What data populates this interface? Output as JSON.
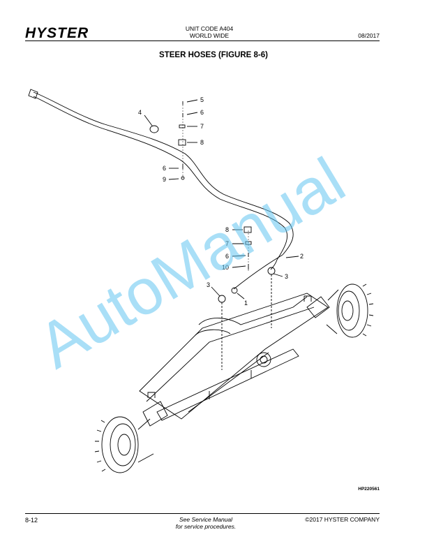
{
  "header": {
    "brand": "HYSTER",
    "unit_code": "UNIT CODE A404",
    "region": "WORLD WIDE",
    "date": "08/2017"
  },
  "title": "STEER HOSES (FIGURE 8-6)",
  "watermark": "AutoManual",
  "figure": {
    "callouts": [
      "5",
      "6",
      "7",
      "8",
      "4",
      "6",
      "9",
      "8",
      "7",
      "6",
      "10",
      "2",
      "3",
      "3",
      "1"
    ],
    "figure_id": "HP220561"
  },
  "footer": {
    "page": "8-12",
    "note_line1": "See Service Manual",
    "note_line2": "for service procedures.",
    "copyright": "©2017 HYSTER COMPANY"
  }
}
